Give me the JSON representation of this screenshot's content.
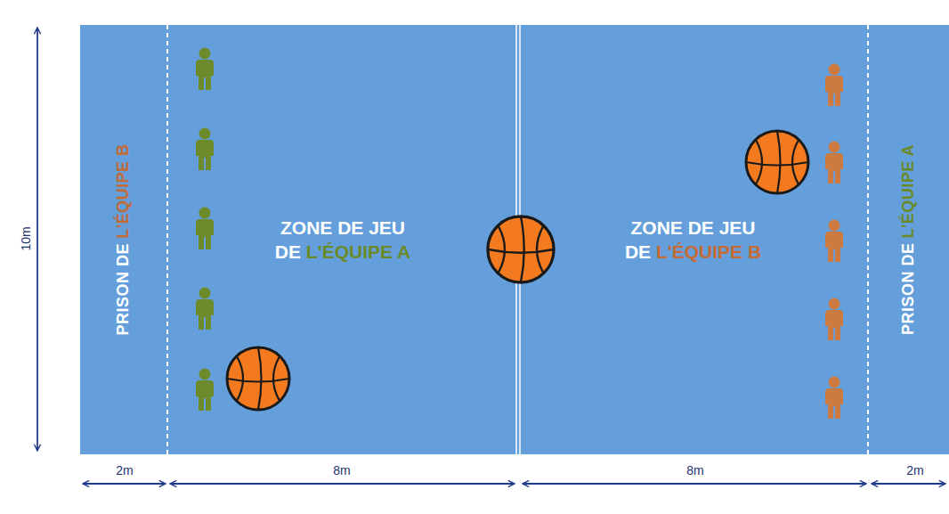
{
  "diagram": {
    "nodes": [
      {
        "text": [
          "PRISON DE",
          "L'ÉQUIPE B"
        ]
      },
      {
        "text": [
          "ZONE DE JEU",
          "DE",
          "L'ÉQUIPE A"
        ]
      },
      {
        "text": [
          "ZONE DE JEU",
          "DE",
          "L'ÉQUIPE B"
        ]
      },
      {
        "text": [
          "PRISON DE",
          "L'ÉQUIPE A"
        ]
      }
    ],
    "labels": [
      "10m",
      "2m",
      "8m",
      "8m",
      "2m"
    ]
  }
}
